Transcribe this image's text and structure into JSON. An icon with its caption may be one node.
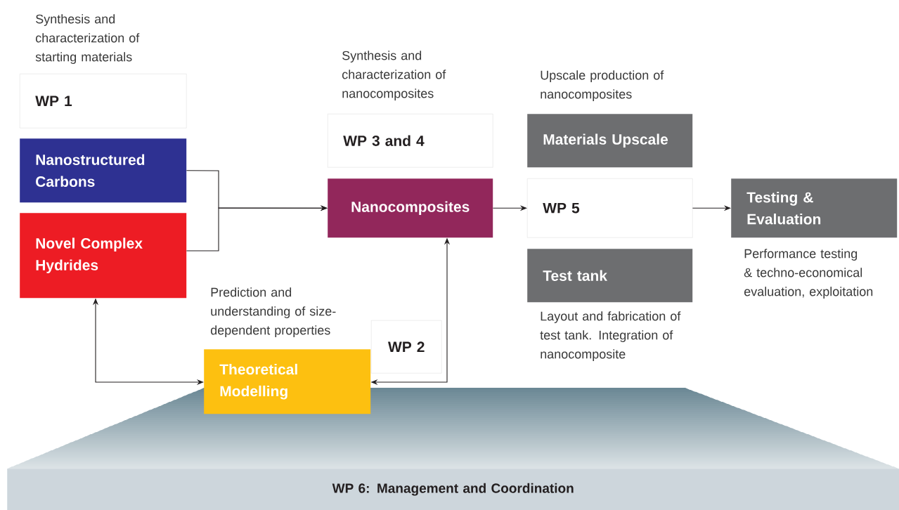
{
  "diagram": {
    "nodes": [
      {
        "text": [
          "WP 1"
        ],
        "beside": [
          "Synthesis and characterization of starting materials"
        ]
      },
      {
        "text": [
          "Nanostructured Carbons"
        ]
      },
      {
        "text": [
          "Novel Complex Hydrides"
        ]
      },
      {
        "text": [
          "WP 3 and 4"
        ],
        "beside": [
          "Synthesis and characterization of nanocomposites"
        ]
      },
      {
        "text": [
          "Nanocomposites"
        ]
      },
      {
        "text": [
          "Materials Upscale"
        ],
        "beside": [
          "Upscale production of nanocomposites"
        ]
      },
      {
        "text": [
          "WP 5"
        ]
      },
      {
        "text": [
          "Test tank"
        ],
        "beside": [
          "Layout and fabrication of test tank. Integration of nanocomposite"
        ]
      },
      {
        "text": [
          "Testing & Evaluation"
        ],
        "beside": [
          "Performance testing & techno-economical evaluation, exploitation"
        ]
      },
      {
        "text": [
          "WP 2"
        ]
      },
      {
        "text": [
          "Theoretical Modelling"
        ],
        "beside": [
          "Prediction and understanding of size-dependent properties"
        ]
      },
      {
        "text": [
          "WP 6: Management and Coordination"
        ]
      }
    ],
    "edges": [
      {
        "from": 1,
        "to": 4,
        "arrow": "to"
      },
      {
        "from": 2,
        "to": 4,
        "arrow": "to"
      },
      {
        "from": 4,
        "to": 6,
        "arrow": "to"
      },
      {
        "from": 6,
        "to": 8,
        "arrow": "to"
      },
      {
        "from": 2,
        "to": 10,
        "arrow": "both"
      },
      {
        "from": 10,
        "to": 4,
        "arrow": "both"
      }
    ]
  }
}
